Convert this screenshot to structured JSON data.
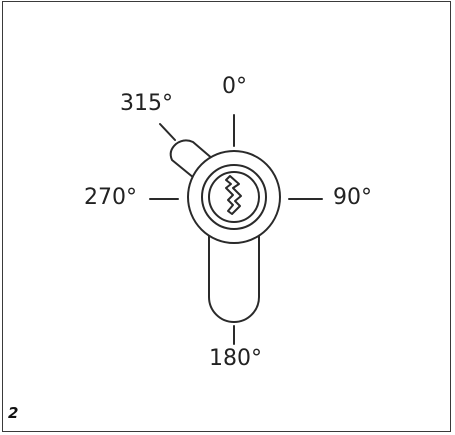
{
  "figure_number": "2",
  "angles": {
    "a0": "0°",
    "a90": "90°",
    "a180": "180°",
    "a270": "270°",
    "a315": "315°"
  },
  "colors": {
    "stroke": "#2a2a2a",
    "frame": "#3a3a3a",
    "text": "#222222"
  }
}
